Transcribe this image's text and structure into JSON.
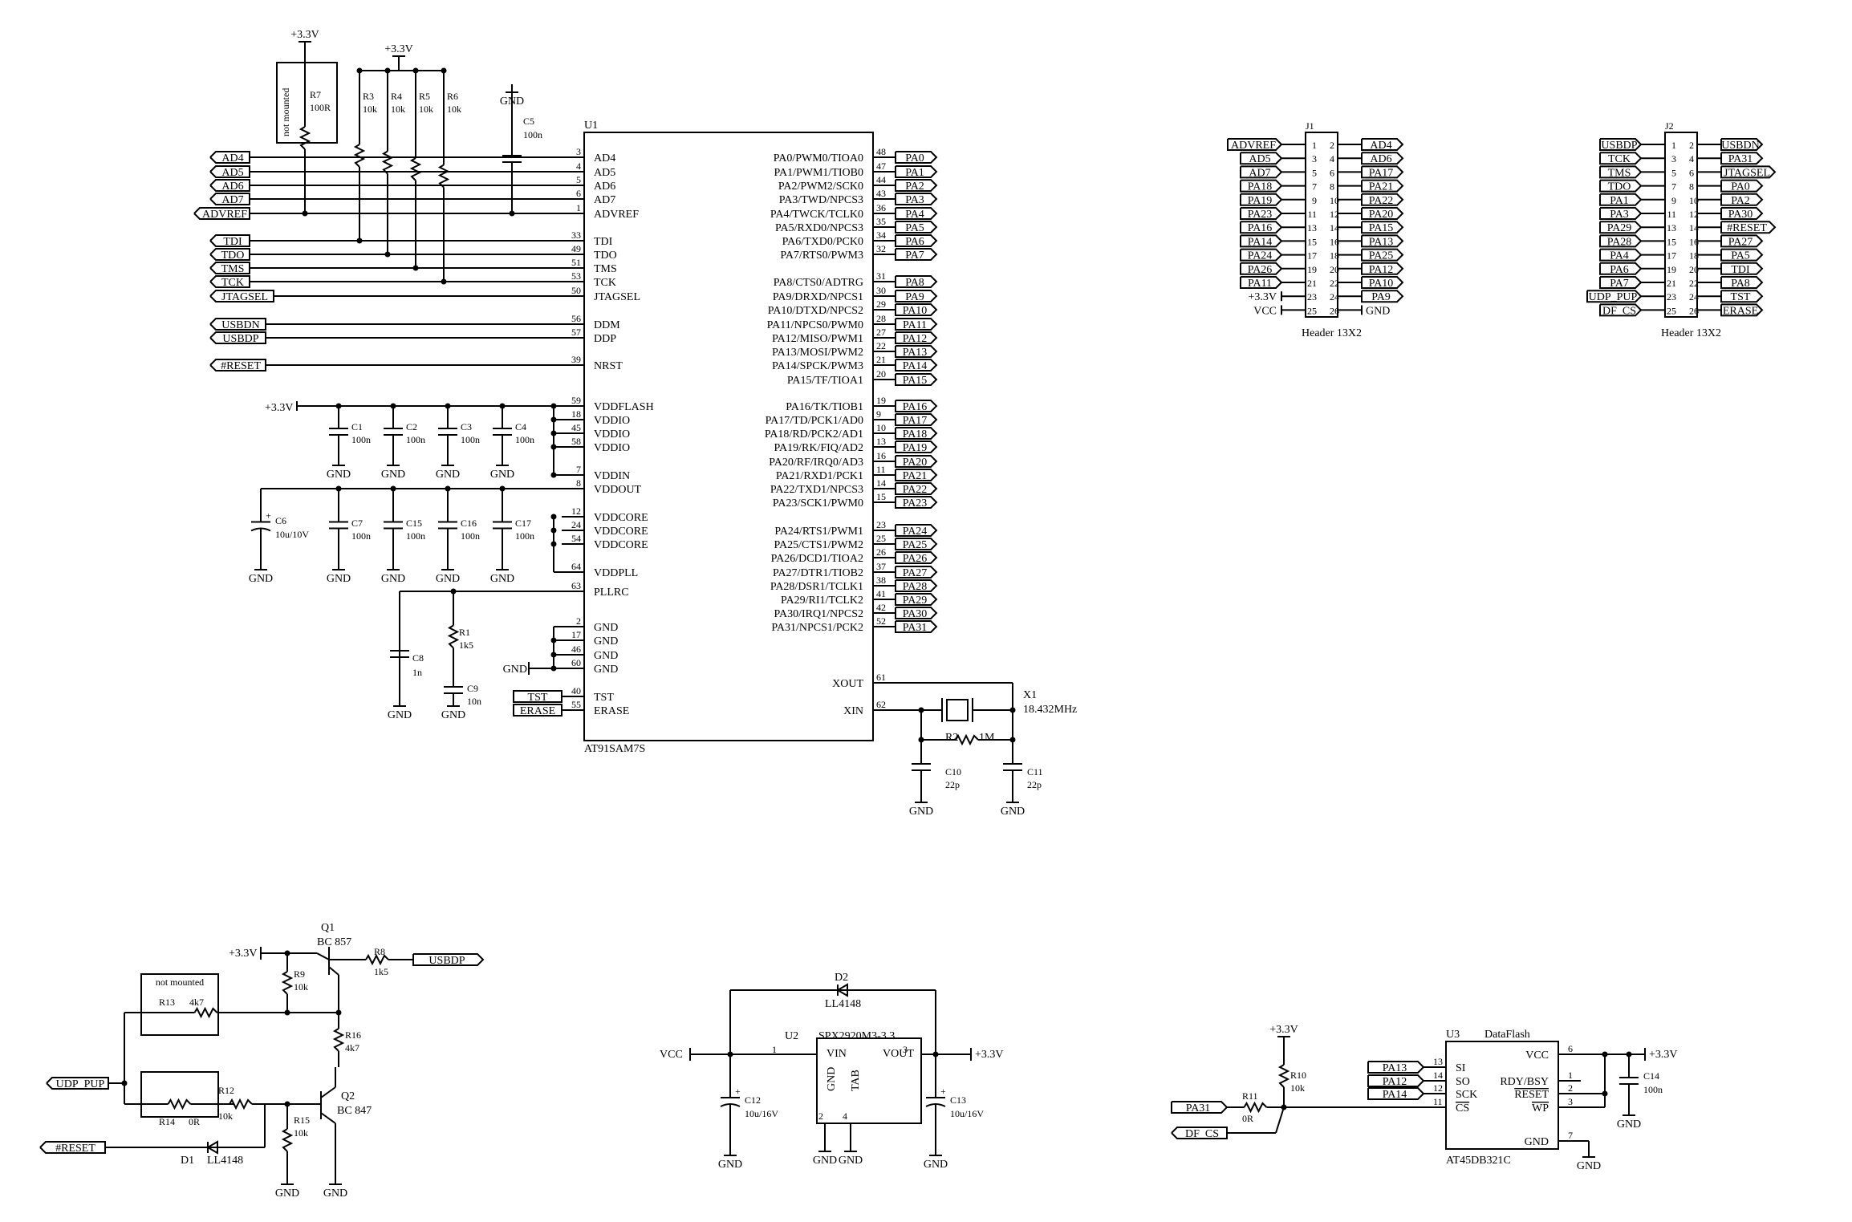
{
  "u1": {
    "ref": "U1",
    "part": "AT91SAM7S",
    "left_pins": [
      {
        "num": "3",
        "name": "AD4"
      },
      {
        "num": "4",
        "name": "AD5"
      },
      {
        "num": "5",
        "name": "AD6"
      },
      {
        "num": "6",
        "name": "AD7"
      },
      {
        "num": "1",
        "name": "ADVREF"
      },
      {
        "num": "33",
        "name": "TDI"
      },
      {
        "num": "49",
        "name": "TDO"
      },
      {
        "num": "51",
        "name": "TMS"
      },
      {
        "num": "53",
        "name": "TCK"
      },
      {
        "num": "50",
        "name": "JTAGSEL"
      },
      {
        "num": "56",
        "name": "DDM"
      },
      {
        "num": "57",
        "name": "DDP"
      },
      {
        "num": "39",
        "name": "NRST"
      },
      {
        "num": "59",
        "name": "VDDFLASH"
      },
      {
        "num": "18",
        "name": "VDDIO"
      },
      {
        "num": "45",
        "name": "VDDIO"
      },
      {
        "num": "58",
        "name": "VDDIO"
      },
      {
        "num": "7",
        "name": "VDDIN"
      },
      {
        "num": "8",
        "name": "VDDOUT"
      },
      {
        "num": "12",
        "name": "VDDCORE"
      },
      {
        "num": "24",
        "name": "VDDCORE"
      },
      {
        "num": "54",
        "name": "VDDCORE"
      },
      {
        "num": "64",
        "name": "VDDPLL"
      },
      {
        "num": "63",
        "name": "PLLRC"
      },
      {
        "num": "2",
        "name": "GND"
      },
      {
        "num": "17",
        "name": "GND"
      },
      {
        "num": "46",
        "name": "GND"
      },
      {
        "num": "60",
        "name": "GND"
      },
      {
        "num": "40",
        "name": "TST"
      },
      {
        "num": "55",
        "name": "ERASE"
      }
    ],
    "right_pins": [
      {
        "num": "48",
        "name": "PA0/PWM0/TIOA0",
        "net": "PA0"
      },
      {
        "num": "47",
        "name": "PA1/PWM1/TIOB0",
        "net": "PA1"
      },
      {
        "num": "44",
        "name": "PA2/PWM2/SCK0",
        "net": "PA2"
      },
      {
        "num": "43",
        "name": "PA3/TWD/NPCS3",
        "net": "PA3"
      },
      {
        "num": "36",
        "name": "PA4/TWCK/TCLK0",
        "net": "PA4"
      },
      {
        "num": "35",
        "name": "PA5/RXD0/NPCS3",
        "net": "PA5"
      },
      {
        "num": "34",
        "name": "PA6/TXD0/PCK0",
        "net": "PA6"
      },
      {
        "num": "32",
        "name": "PA7/RTS0/PWM3",
        "net": "PA7"
      },
      {
        "num": "31",
        "name": "PA8/CTS0/ADTRG",
        "net": "PA8"
      },
      {
        "num": "30",
        "name": "PA9/DRXD/NPCS1",
        "net": "PA9"
      },
      {
        "num": "29",
        "name": "PA10/DTXD/NPCS2",
        "net": "PA10"
      },
      {
        "num": "28",
        "name": "PA11/NPCS0/PWM0",
        "net": "PA11"
      },
      {
        "num": "27",
        "name": "PA12/MISO/PWM1",
        "net": "PA12"
      },
      {
        "num": "22",
        "name": "PA13/MOSI/PWM2",
        "net": "PA13"
      },
      {
        "num": "21",
        "name": "PA14/SPCK/PWM3",
        "net": "PA14"
      },
      {
        "num": "20",
        "name": "PA15/TF/TIOA1",
        "net": "PA15"
      },
      {
        "num": "19",
        "name": "PA16/TK/TIOB1",
        "net": "PA16"
      },
      {
        "num": "9",
        "name": "PA17/TD/PCK1/AD0",
        "net": "PA17"
      },
      {
        "num": "10",
        "name": "PA18/RD/PCK2/AD1",
        "net": "PA18"
      },
      {
        "num": "13",
        "name": "PA19/RK/FIQ/AD2",
        "net": "PA19"
      },
      {
        "num": "16",
        "name": "PA20/RF/IRQ0/AD3",
        "net": "PA20"
      },
      {
        "num": "11",
        "name": "PA21/RXD1/PCK1",
        "net": "PA21"
      },
      {
        "num": "14",
        "name": "PA22/TXD1/NPCS3",
        "net": "PA22"
      },
      {
        "num": "15",
        "name": "PA23/SCK1/PWM0",
        "net": "PA23"
      },
      {
        "num": "23",
        "name": "PA24/RTS1/PWM1",
        "net": "PA24"
      },
      {
        "num": "25",
        "name": "PA25/CTS1/PWM2",
        "net": "PA25"
      },
      {
        "num": "26",
        "name": "PA26/DCD1/TIOA2",
        "net": "PA26"
      },
      {
        "num": "37",
        "name": "PA27/DTR1/TIOB2",
        "net": "PA27"
      },
      {
        "num": "38",
        "name": "PA28/DSR1/TCLK1",
        "net": "PA28"
      },
      {
        "num": "41",
        "name": "PA29/RI1/TCLK2",
        "net": "PA29"
      },
      {
        "num": "42",
        "name": "PA30/IRQ1/NPCS2",
        "net": "PA30"
      },
      {
        "num": "52",
        "name": "PA31/NPCS1/PCK2",
        "net": "PA31"
      },
      {
        "num": "61",
        "name": "XOUT",
        "net": ""
      },
      {
        "num": "62",
        "name": "XIN",
        "net": ""
      }
    ]
  },
  "left_nets": [
    "AD4",
    "AD5",
    "AD6",
    "AD7",
    "ADVREF",
    "TDI",
    "TDO",
    "TMS",
    "TCK",
    "JTAGSEL",
    "USBDN",
    "USBDP",
    "#RESET",
    "TST",
    "ERASE"
  ],
  "rails": {
    "v33": "+3.3V",
    "gnd": "GND",
    "vcc": "VCC"
  },
  "parts": {
    "r7": {
      "ref": "R7",
      "val": "100R",
      "note": "not mounted"
    },
    "r3": {
      "ref": "R3",
      "val": "10k"
    },
    "r4": {
      "ref": "R4",
      "val": "10k"
    },
    "r5": {
      "ref": "R5",
      "val": "10k"
    },
    "r6": {
      "ref": "R6",
      "val": "10k"
    },
    "c5": {
      "ref": "C5",
      "val": "100n"
    },
    "c1": {
      "ref": "C1",
      "val": "100n"
    },
    "c2": {
      "ref": "C2",
      "val": "100n"
    },
    "c3": {
      "ref": "C3",
      "val": "100n"
    },
    "c4": {
      "ref": "C4",
      "val": "100n"
    },
    "c6": {
      "ref": "C6",
      "val": "10u/10V"
    },
    "c7": {
      "ref": "C7",
      "val": "100n"
    },
    "c15": {
      "ref": "C15",
      "val": "100n"
    },
    "c16": {
      "ref": "C16",
      "val": "100n"
    },
    "c17": {
      "ref": "C17",
      "val": "100n"
    },
    "c8": {
      "ref": "C8",
      "val": "1n"
    },
    "r1": {
      "ref": "R1",
      "val": "1k5"
    },
    "c9": {
      "ref": "C9",
      "val": "10n"
    },
    "x1": {
      "ref": "X1",
      "val": "18.432MHz"
    },
    "r2": {
      "ref": "R2",
      "val": "1M"
    },
    "c10": {
      "ref": "C10",
      "val": "22p"
    },
    "c11": {
      "ref": "C11",
      "val": "22p"
    },
    "q1": {
      "ref": "Q1",
      "val": "BC 857"
    },
    "r8": {
      "ref": "R8",
      "val": "1k5"
    },
    "r9": {
      "ref": "R9",
      "val": "10k"
    },
    "r13": {
      "ref": "R13",
      "val": "4k7",
      "note": "not mounted"
    },
    "r16": {
      "ref": "R16",
      "val": "4k7"
    },
    "r14": {
      "ref": "R14",
      "val": "0R"
    },
    "r12": {
      "ref": "R12",
      "val": "10k"
    },
    "q2": {
      "ref": "Q2",
      "val": "BC 847"
    },
    "r15": {
      "ref": "R15",
      "val": "10k"
    },
    "d1": {
      "ref": "D1",
      "val": "LL4148"
    },
    "d2": {
      "ref": "D2",
      "val": "LL4148"
    },
    "u2": {
      "ref": "U2",
      "val": "SPX2920M3-3.3",
      "vin": "VIN",
      "vout": "VOUT",
      "gnd": "GND",
      "tab": "TAB",
      "p1": "1",
      "p2": "2",
      "p3": "3",
      "p4": "4"
    },
    "c12": {
      "ref": "C12",
      "val": "10u/16V"
    },
    "c13": {
      "ref": "C13",
      "val": "10u/16V"
    },
    "r10": {
      "ref": "R10",
      "val": "10k"
    },
    "r11": {
      "ref": "R11",
      "val": "0R"
    },
    "u3": {
      "ref": "U3",
      "title": "DataFlash",
      "part": "AT45DB321C"
    },
    "c14": {
      "ref": "C14",
      "val": "100n"
    }
  },
  "u3_left": [
    {
      "num": "13",
      "name": "SI",
      "net": "PA13"
    },
    {
      "num": "14",
      "name": "SO",
      "net": "PA12"
    },
    {
      "num": "12",
      "name": "SCK",
      "net": "PA14"
    },
    {
      "num": "11",
      "name": "CS",
      "net": ""
    }
  ],
  "u3_right": [
    {
      "num": "6",
      "name": "VCC"
    },
    {
      "num": "1",
      "name": "RDY/BSY"
    },
    {
      "num": "2",
      "name": "RESET"
    },
    {
      "num": "3",
      "name": "WP"
    },
    {
      "num": "7",
      "name": "GND"
    }
  ],
  "j1": {
    "ref": "J1",
    "part": "Header 13X2",
    "left": [
      "ADVREF",
      "AD5",
      "AD7",
      "PA18",
      "PA19",
      "PA23",
      "PA16",
      "PA14",
      "PA24",
      "PA26",
      "PA11",
      "+3.3V",
      "VCC"
    ],
    "right": [
      "AD4",
      "AD6",
      "PA17",
      "PA21",
      "PA22",
      "PA20",
      "PA15",
      "PA13",
      "PA25",
      "PA12",
      "PA10",
      "PA9",
      "GND"
    ]
  },
  "j2": {
    "ref": "J2",
    "part": "Header 13X2",
    "left": [
      "USBDP",
      "TCK",
      "TMS",
      "TDO",
      "PA1",
      "PA3",
      "PA29",
      "PA28",
      "PA4",
      "PA6",
      "PA7",
      "UDP_PUP",
      "DF_CS"
    ],
    "right": [
      "USBDN",
      "PA31",
      "JTAGSEL",
      "PA0",
      "PA2",
      "PA30",
      "#RESET",
      "PA27",
      "PA5",
      "TDI",
      "PA8",
      "TST",
      "ERASE"
    ]
  },
  "misc_nets": {
    "usbdp": "USBDP",
    "udp_pup": "UDP_PUP",
    "reset": "#RESET",
    "pa31": "PA31",
    "df_cs": "DF_CS"
  }
}
